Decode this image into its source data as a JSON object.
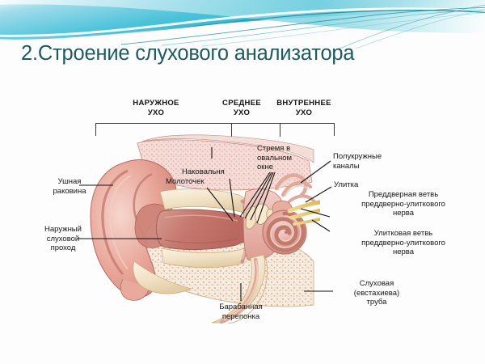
{
  "slide": {
    "title": "2.Строение слухового анализатора",
    "title_color": "#1f5a63",
    "background_color": "#fdfdfd",
    "accent_color": "#36b6c8",
    "accent_color_dark": "#1b8e9b"
  },
  "sections": {
    "outer": "НАРУЖНОЕ\nУХО",
    "middle": "СРЕДНЕЕ\nУХО",
    "inner": "ВНУТРЕННЕЕ\nУХО"
  },
  "labels": {
    "auricle": "Ушная\nраковина",
    "external_canal": "Наружный\nслуховой\nпроход",
    "malleus": "Молоточек",
    "incus": "Наковальня",
    "stapes": "Стремя в\nовальном\nокне",
    "semicircular_canals": "Полукружные\nканалы",
    "cochlea": "Улитка",
    "vestibular_branch": "Преддверная ветвь\nпреддверно-улиткового\nнерва",
    "cochlear_branch": "Улитковая ветвь\nпреддверно-улиткового\nнерва",
    "eustachian_tube": "Слуховая\n(евстахиева)\nтруба",
    "eardrum": "Барабанная\nперепонка"
  },
  "figure": {
    "alt": "Анатомическая схема уха в разрезе",
    "colors": {
      "skin": "#e8a195",
      "skin_light": "#f4cfc6",
      "cartilage": "#d8827a",
      "bone": "#f2e6cf",
      "bone_speckle": "#d9b58a",
      "canal": "#c87f76",
      "nerve": "#e3c86a",
      "outline": "#8d4a42"
    }
  }
}
